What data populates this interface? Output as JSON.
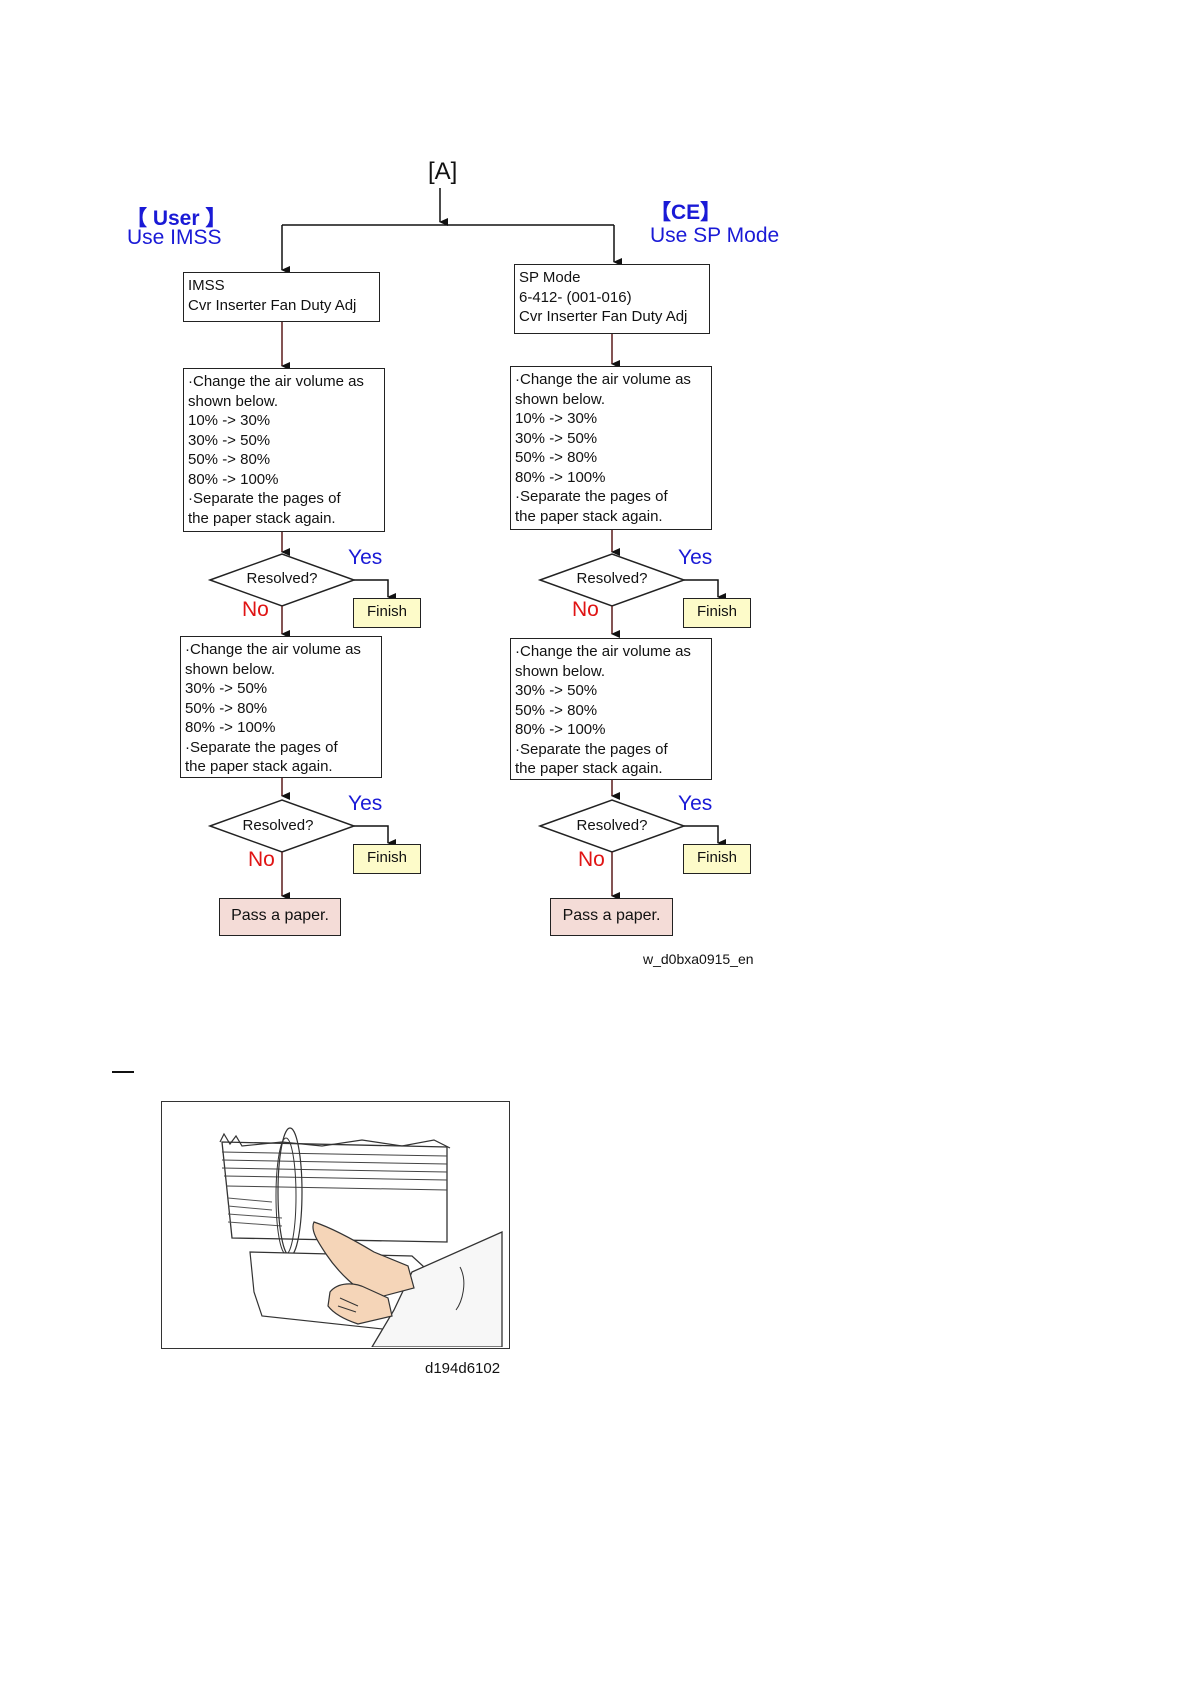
{
  "diagram": {
    "entry_label": "[A]",
    "user": {
      "heading": "【 User 】",
      "subheading": "Use IMSS"
    },
    "ce": {
      "heading": "【CE】",
      "subheading": "Use SP Mode"
    },
    "left": {
      "start_box": "IMSS\nCvr Inserter Fan Duty Adj",
      "step1_box": "·Change the air volume as\nshown below.\n10% -> 30%\n30% -> 50%\n50% -> 80%\n80% -> 100%\n·Separate the pages of\nthe paper stack again.",
      "step2_box": "·Change the air volume as\nshown below.\n30% -> 50%\n50% -> 80%\n80% -> 100%\n·Separate the pages of\nthe paper stack again."
    },
    "right": {
      "start_box": "SP Mode\n6-412- (001-016)\nCvr Inserter Fan Duty Adj",
      "step1_box": "·Change the air volume as\nshown below.\n10% -> 30%\n30% -> 50%\n50% -> 80%\n80% -> 100%\n·Separate the pages of\nthe paper stack again.",
      "step2_box": "·Change the air volume as\nshown below.\n30% -> 50%\n50% -> 80%\n80% -> 100%\n·Separate the pages of\nthe paper stack again."
    },
    "decision_label": "Resolved?",
    "yes_label": "Yes",
    "no_label": "No",
    "finish_label": "Finish",
    "pass_label": "Pass a paper.",
    "figure_code": "w_d0bxa0915_en",
    "colors": {
      "blue": "#1a1ad6",
      "red": "#e01414",
      "finish_fill": "#fdfbc9",
      "pass_fill": "#f4dcd7",
      "arrow": "#5a1a1a"
    }
  },
  "illustration": {
    "figure_code": "d194d6102"
  }
}
